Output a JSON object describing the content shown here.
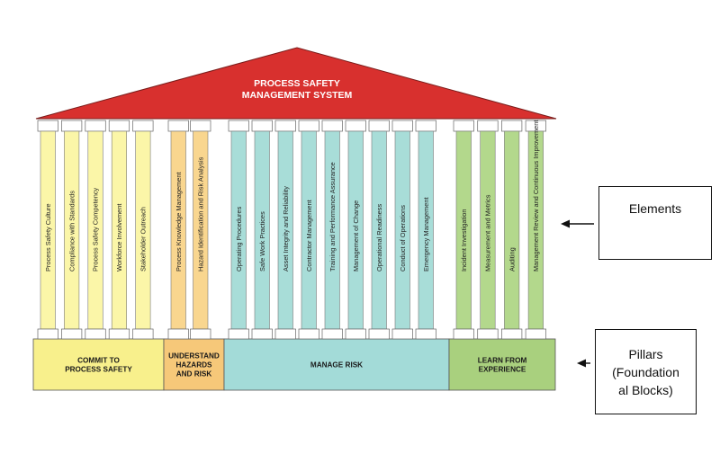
{
  "roof": {
    "line1": "PROCESS SAFETY",
    "line2": "MANAGEMENT SYSTEM",
    "color": "#d8302e"
  },
  "groups": [
    {
      "base_lines": [
        "COMMIT TO",
        "PROCESS SAFETY"
      ],
      "base_color": "#f8f08c",
      "column_color": "#fbf6a8",
      "elements": [
        "Process Safety Culture",
        "Compliance with Standards",
        "Process Safety Competency",
        "Workforce Involvement",
        "Stakeholder Outreach"
      ]
    },
    {
      "base_lines": [
        "UNDERSTAND",
        "HAZARDS",
        "AND RISK"
      ],
      "base_color": "#f6c879",
      "column_color": "#f9d68f",
      "elements": [
        "Process Knowledge Management",
        "Hazard Identification and Risk Analysis"
      ]
    },
    {
      "base_lines": [
        "MANAGE RISK"
      ],
      "base_color": "#a3dbd8",
      "column_color": "#a8ddd8",
      "elements": [
        "Operating Procedures",
        "Safe Work Practices",
        "Asset Integrity and Reliability",
        "Contractor Management",
        "Training and Performance Assurance",
        "Management of Change",
        "Operational Readiness",
        "Conduct of Operations",
        "Emergency Management"
      ]
    },
    {
      "base_lines": [
        "LEARN FROM",
        "EXPERIENCE"
      ],
      "base_color": "#a9d07e",
      "column_color": "#b3d88c",
      "elements": [
        "Incident Investigation",
        "Measurement and Metrics",
        "Auditing",
        "Management Review and Continuous Improvement"
      ]
    }
  ],
  "callouts": {
    "elements_label": "Elements",
    "pillars_label": "Pillars\n(Foundation\nal Blocks)"
  }
}
